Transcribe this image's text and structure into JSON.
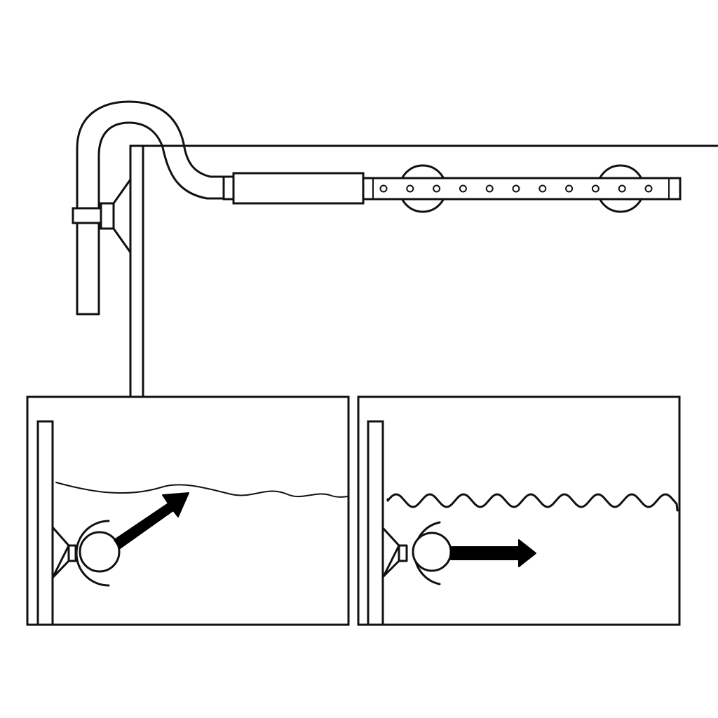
{
  "figure": {
    "description_visible_text": "",
    "colors": {
      "line": "#111111",
      "background": "#ffffff",
      "arrow_fill": "#000000"
    },
    "icons": {
      "outlet_pipe": "u-shaped-pipe-icon",
      "spray_bar": "spray-bar-icon",
      "suction_cup": "suction-cup-icon",
      "nozzle": "round-nozzle-icon",
      "flow_arrow": "flow-arrow-icon"
    },
    "spray_bar": {
      "hole_count": 11
    },
    "panels": [
      {
        "id": "left",
        "flow_direction": "up-right",
        "surface": "gentle-wave"
      },
      {
        "id": "right",
        "flow_direction": "right",
        "surface": "ripple-wave"
      }
    ]
  }
}
